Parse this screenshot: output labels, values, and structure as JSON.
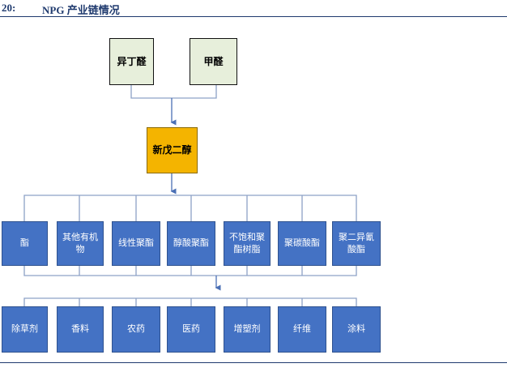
{
  "header": {
    "figure_number": "20:",
    "title": "NPG 产业链情况"
  },
  "diagram": {
    "raw_materials": [
      "异丁醛",
      "甲醛"
    ],
    "core_product": "新戊二醇",
    "derivatives": [
      "酯",
      "其他有机\n物",
      "线性聚酯",
      "醇酸聚酯",
      "不饱和聚\n酯树脂",
      "聚碳酸酯",
      "聚二异氰\n酸酯"
    ],
    "applications": [
      "除草剂",
      "香料",
      "农药",
      "医药",
      "增塑剂",
      "纤维",
      "涂料"
    ],
    "colors": {
      "raw_fill": "#e7efdb",
      "core_fill": "#f4b400",
      "node_fill": "#4472c4",
      "connector": "#8da2c7",
      "arrow": "#4a6fb5"
    }
  }
}
